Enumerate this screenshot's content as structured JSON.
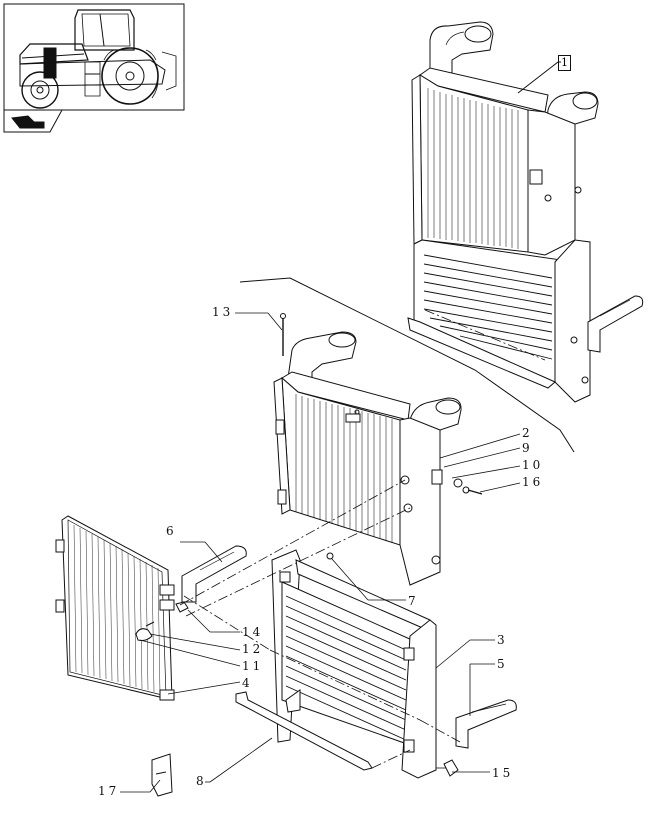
{
  "reference_label": "1",
  "callouts": {
    "c2": "2",
    "c3": "3",
    "c4": "4",
    "c5": "5",
    "c6": "6",
    "c7": "7",
    "c8": "8",
    "c9": "9",
    "c10": "10",
    "c11": "11",
    "c12": "12",
    "c13": "13",
    "c14": "14",
    "c15": "15",
    "c16": "16",
    "c17": "17"
  },
  "colors": {
    "line": "#111111",
    "background": "#ffffff"
  },
  "icons": {
    "thumbnail": "tractor-thumbnail",
    "nav": "next-page-arrow-icon"
  }
}
